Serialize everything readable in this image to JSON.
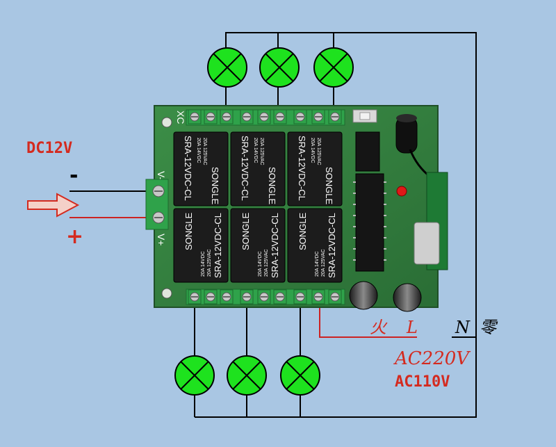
{
  "labels": {
    "dc_voltage": "DC12V",
    "minus_sign": "-",
    "plus_sign": "+",
    "ac_voltage_1": "AC220V",
    "ac_voltage_2": "AC110V",
    "line_fire": "火",
    "line_L": "L",
    "line_N": "N",
    "line_zero": "零"
  },
  "board": {
    "relay_model": "SRA-12VDC-CL",
    "relay_brand": "SONGLE",
    "relay_rating_1": "20A 14VDC",
    "relay_rating_2": "20A 125VAC",
    "silk_v_minus": "V-",
    "silk_v_plus": "V+",
    "silk_xc": "XC"
  },
  "colors": {
    "background": "#a9c6e3",
    "pcb": "#2f7a3c",
    "relay": "#1c1c1c",
    "terminal": "#2fa24a",
    "lamp": "#1ee21e",
    "wire_black": "#000000",
    "wire_red": "#cc2222",
    "label_red": "#d42a1f"
  }
}
